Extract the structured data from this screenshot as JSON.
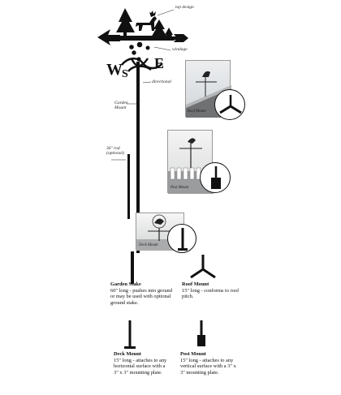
{
  "labels": {
    "top_design": "top design",
    "windage": "windage",
    "directional": "directional",
    "garden_mount": "Garden Mount",
    "rod": "36\" rod (optional)"
  },
  "photos": {
    "roof": "Roof Mount",
    "post": "Post Mount",
    "deck": "Deck Mount"
  },
  "captions": {
    "garden_stake": {
      "title": "Garden Stake",
      "body": "60\" long - pushes into ground or may be used with optional ground stake."
    },
    "roof_mount": {
      "title": "Roof Mount",
      "body": "15\" long - conforms to roof pitch."
    },
    "deck_mount": {
      "title": "Deck Mount",
      "body": "15\" long - attaches to any horizontal surface with a 3\" x 3\" mounting plate."
    },
    "post_mount": {
      "title": "Post Mount",
      "body": "15\" long - attaches to any vertical surface with a 3\" x 3\" mounting plate."
    }
  },
  "directions": [
    "W",
    "S",
    "E"
  ]
}
